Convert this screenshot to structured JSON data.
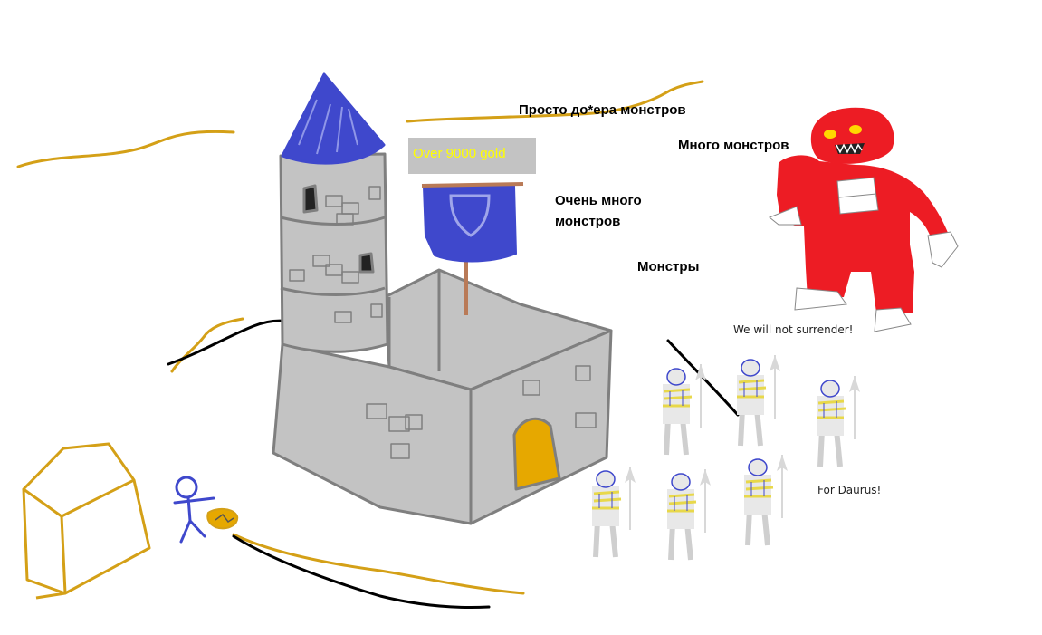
{
  "colors": {
    "gold_line": "#d4a017",
    "stone": "#c3c3c3",
    "stone_outline": "#7f7f7f",
    "roof": "#3f48cc",
    "banner": "#3f48cc",
    "door": "#e6a800",
    "monster": "#ed1c24",
    "soldier_trim": "#e8d84a",
    "soldier_blue": "#3f48cc",
    "stickman": "#3f48cc",
    "gold_text": "#ffff00"
  },
  "gold_counter": "Over 9000 gold",
  "labels": {
    "tons_of_monsters": "Просто до*ера монстров",
    "many_monsters": "Много монстров",
    "very_many_monsters_line1": "Очень много",
    "very_many_monsters_line2": "монстров",
    "monsters": "Монстры"
  },
  "speech": {
    "monster": "We will not surrender!",
    "soldiers": "For Daurus!"
  },
  "icons": [
    "castle-icon",
    "banner-icon",
    "monster-icon",
    "soldier-icon",
    "stickman-icon",
    "gold-bag-icon",
    "hut-icon"
  ]
}
